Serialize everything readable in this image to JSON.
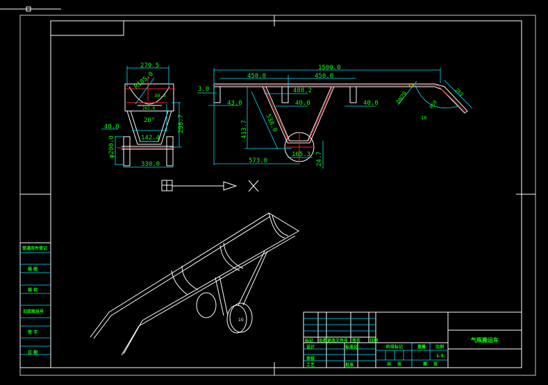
{
  "drawing": {
    "title": "气瓶搬运车",
    "front_view_dims": {
      "top_width": "279.5",
      "angle_radius": "R185.0",
      "inner": "262.6",
      "angle": "20°",
      "bottom": "142.4",
      "left_offset": "40.0",
      "wheel_dia": "φ200.0",
      "height": "298.7",
      "base_width": "330.0",
      "small": "30.0"
    },
    "side_view_dims": {
      "total": "1500.0",
      "left_span": "450.0",
      "right_span": "450.0",
      "offset": "3.0",
      "leg_a": "43.0",
      "leg_b": "40.0",
      "leg_c": "40.0",
      "brace_span": "488.2",
      "height": "413.7",
      "brace_len": "538.0",
      "base_len": "573.0",
      "wheel_span": "165.3",
      "axle_h": "24.7",
      "handle_dia": "DN20",
      "bend_radius": "R50",
      "handle_len": "269",
      "bend_angle": "18"
    },
    "ucs_label": "X",
    "wheel_label": "10",
    "side_table": [
      "借通用件登记",
      "描 图",
      "描 校",
      "旧底图总号",
      "签 字",
      "日 期"
    ],
    "title_block": {
      "header": [
        "标记",
        "处数",
        "更改文件号",
        "签名",
        "日期"
      ],
      "rows": [
        "设计",
        "标准化",
        "审核",
        "工艺",
        "批准"
      ],
      "stage": [
        "阶段标记",
        "重量",
        "比例"
      ],
      "scale": "1:5",
      "sheet": [
        "共",
        "张",
        "第",
        "张"
      ]
    }
  },
  "colors": {
    "background": "#000000",
    "geometry": "#ffffff",
    "dimension": "#00e5ff",
    "text": "#00ff00",
    "centerline": "#ff2020"
  }
}
